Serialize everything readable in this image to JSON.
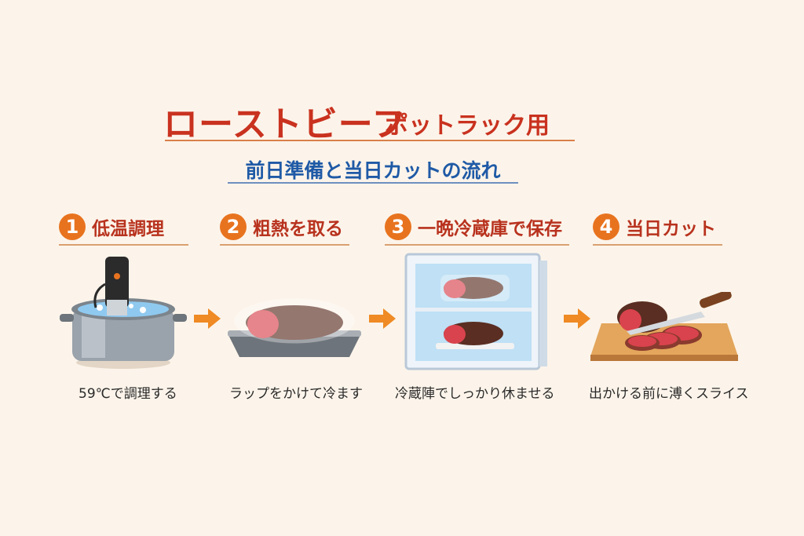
{
  "title": {
    "main": "ローストビーフ",
    "sub": "ポットラック用"
  },
  "subtitle": "前日準備と当日カットの流れ",
  "steps": [
    {
      "number": "1",
      "label": "低温調理",
      "caption": "59℃で調理する",
      "icon": "sous-vide-pot-icon"
    },
    {
      "number": "2",
      "label": "粗熱を取る",
      "caption": "ラップをかけて冷ます",
      "icon": "wrapped-beef-tray-icon"
    },
    {
      "number": "3",
      "label": "一晩冷蔵庫で保存",
      "caption": "冷蔵陣でしっかり休ませる",
      "icon": "refrigerator-icon"
    },
    {
      "number": "4",
      "label": "当日カット",
      "caption": "出かける前に溥くスライス",
      "icon": "sliced-beef-board-icon"
    }
  ],
  "colors": {
    "accent": "#e8731f",
    "title": "#c9321f",
    "subtitle": "#1f5aa6",
    "background": "#fcf4ea"
  }
}
